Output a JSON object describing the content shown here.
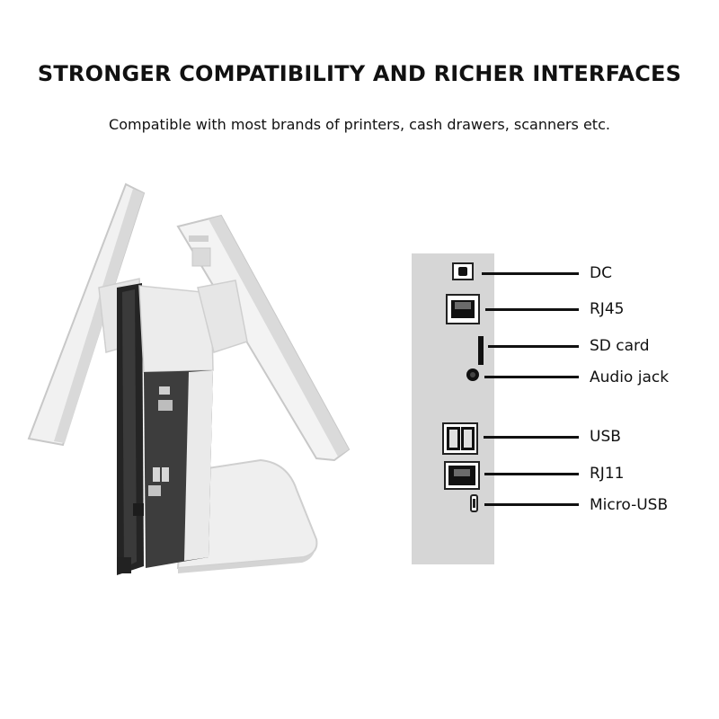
{
  "header": {
    "title": "STRONGER COMPATIBILITY AND RICHER INTERFACES",
    "subtitle": "Compatible with most brands of printers, cash drawers, scanners etc."
  },
  "ports": [
    {
      "label": "DC",
      "icon": "dc-power-jack-icon"
    },
    {
      "label": "RJ45",
      "icon": "rj45-port-icon"
    },
    {
      "label": "SD card",
      "icon": "sd-card-slot-icon"
    },
    {
      "label": "Audio jack",
      "icon": "audio-jack-icon"
    },
    {
      "label": "USB",
      "icon": "usb-port-icon"
    },
    {
      "label": "RJ11",
      "icon": "rj11-port-icon"
    },
    {
      "label": "Micro-USB",
      "icon": "micro-usb-port-icon"
    }
  ],
  "colors": {
    "panel": "#d6d6d6",
    "device_body": "#ececec",
    "device_dark": "#2f2f2f",
    "text": "#111111"
  }
}
